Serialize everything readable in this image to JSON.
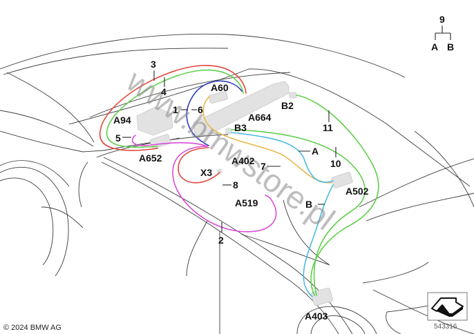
{
  "diagram": {
    "title": "Wiring harness antenna / roof electronics",
    "watermark": "www.bmwstore.pl",
    "copyright": "© 2024 BMW AG",
    "document_number": "543316",
    "legend": {
      "parent": "9",
      "children": [
        "A",
        "B"
      ]
    },
    "colors": {
      "red": "#e0463a",
      "green": "#5fcf4a",
      "blue": "#2f3fc0",
      "yellow": "#e8b84a",
      "magenta": "#d94ad9",
      "cyan": "#4ab8e0"
    },
    "part_labels": {
      "p1": "1",
      "p2": "2",
      "p3": "3",
      "p4": "4",
      "p5": "5",
      "p6": "6",
      "p7": "7",
      "p8": "8",
      "p10": "10",
      "p11": "11",
      "pA": "A",
      "pB": "B"
    },
    "component_labels": {
      "A60": "A60",
      "A664": "A664",
      "A94": "A94",
      "A652": "A652",
      "B2": "B2",
      "B3": "B3",
      "X3": "X3",
      "A402": "A402",
      "A519": "A519",
      "A502": "A502",
      "A403": "A403"
    },
    "icons": {
      "orientation": "arrow-view-icon"
    }
  }
}
